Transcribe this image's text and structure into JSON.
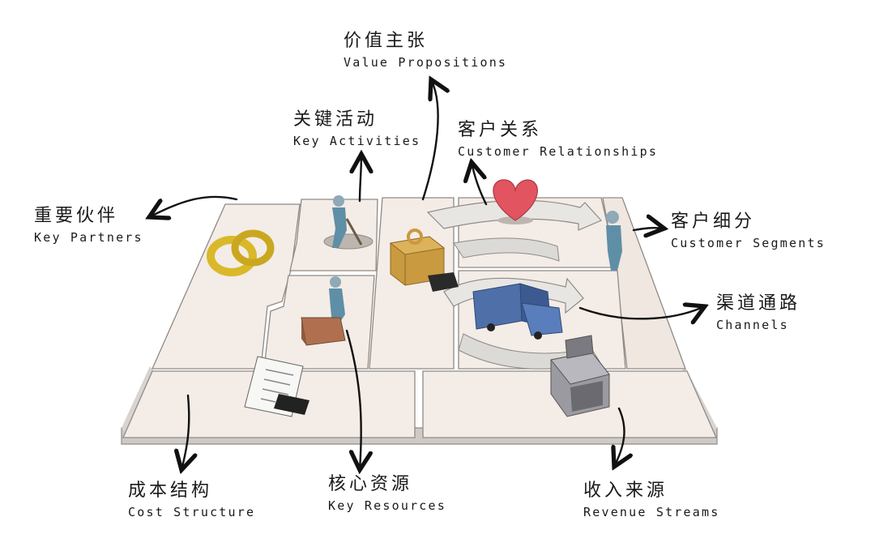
{
  "labels": {
    "value_propositions": {
      "zh": "价值主张",
      "en": "Value Propositions"
    },
    "key_activities": {
      "zh": "关键活动",
      "en": "Key Activities"
    },
    "customer_relationships": {
      "zh": "客户关系",
      "en": "Customer Relationships"
    },
    "key_partners": {
      "zh": "重要伙伴",
      "en": "Key Partners"
    },
    "customer_segments": {
      "zh": "客户细分",
      "en": "Customer Segments"
    },
    "channels": {
      "zh": "渠道通路",
      "en": "Channels"
    },
    "cost_structure": {
      "zh": "成本结构",
      "en": "Cost Structure"
    },
    "key_resources": {
      "zh": "核心资源",
      "en": "Key Resources"
    },
    "revenue_streams": {
      "zh": "收入来源",
      "en": "Revenue Streams"
    }
  },
  "colors": {
    "board": "#f4ece6",
    "board_edge": "#8f8a86",
    "board_side": "#cfcac6",
    "heart": "#e2545f",
    "rings": "#d9b92a",
    "gift": "#c99a3f",
    "truck": "#4e6fa8",
    "person": "#5f8fa6",
    "ink": "#111111"
  },
  "icons": [
    "rings-icon",
    "worker-with-shovel-icon",
    "worker-with-box-icon",
    "gift-box-icon",
    "heart-icon",
    "person-standing-icon",
    "delivery-truck-icon",
    "cash-register-icon",
    "document-icon"
  ]
}
